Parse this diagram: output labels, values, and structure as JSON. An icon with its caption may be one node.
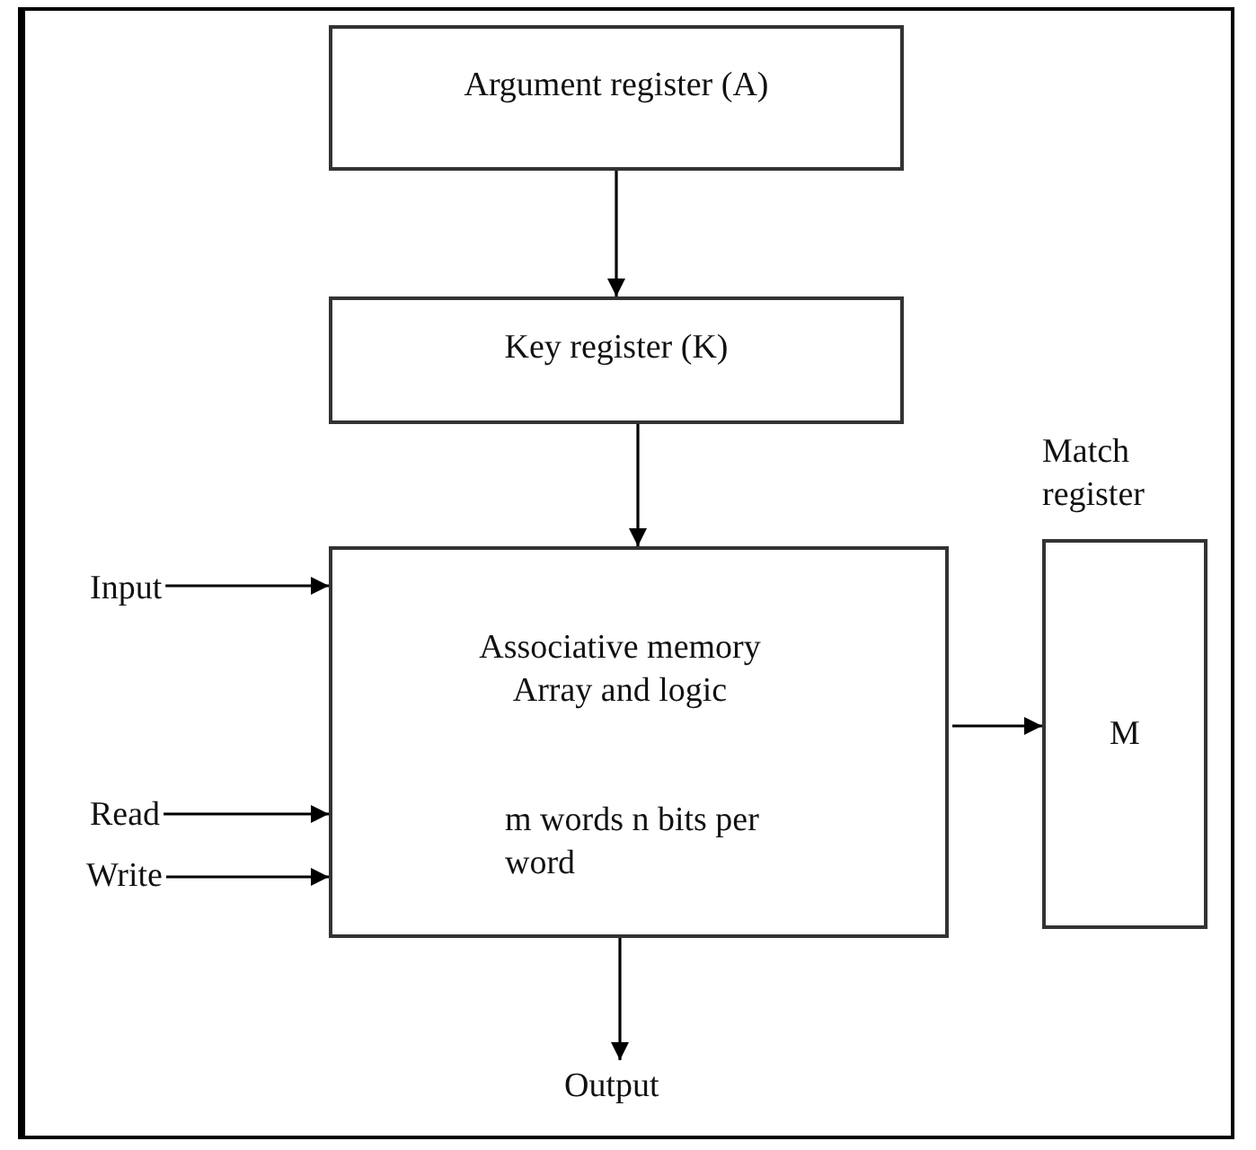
{
  "diagram": {
    "nodes": [
      {
        "text": [
          "Argument register (A)"
        ]
      },
      {
        "text": [
          "Key register (K)"
        ]
      },
      {
        "text": [
          "Associative memory Array and logic",
          "m words n bits per word"
        ]
      },
      {
        "text": [
          "Match register",
          "M"
        ]
      },
      {
        "text": [
          "Input"
        ]
      },
      {
        "text": [
          "Read"
        ]
      },
      {
        "text": [
          "Write"
        ]
      },
      {
        "text": [
          "Output"
        ]
      }
    ],
    "edges": [
      {
        "from": 0,
        "to": 1,
        "arrow": "to"
      },
      {
        "from": 1,
        "to": 2,
        "arrow": "to"
      },
      {
        "from": 4,
        "to": 2,
        "arrow": "to"
      },
      {
        "from": 5,
        "to": 2,
        "arrow": "to"
      },
      {
        "from": 6,
        "to": 2,
        "arrow": "to"
      },
      {
        "from": 2,
        "to": 3,
        "arrow": "to"
      },
      {
        "from": 2,
        "to": 7,
        "arrow": "to"
      }
    ]
  }
}
